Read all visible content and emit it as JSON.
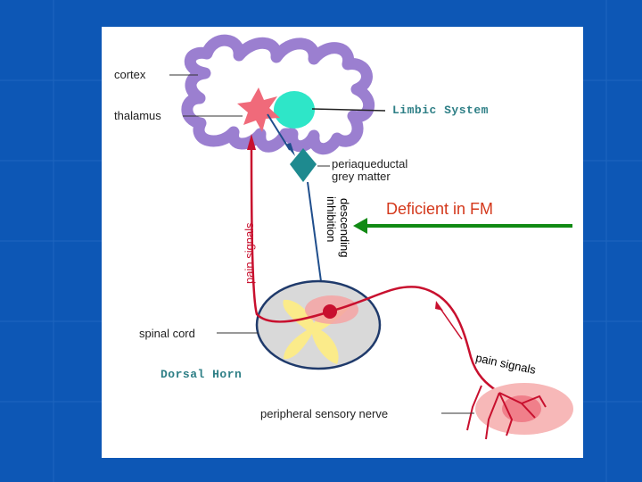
{
  "labels": {
    "cortex": "cortex",
    "thalamus": "thalamus",
    "limbic_system": "Limbic System",
    "periaqueductal_line1": "periaqueductal",
    "periaqueductal_line2": "grey matter",
    "descending_line1": "descending",
    "descending_line2": "inhibition",
    "pain_signals_vertical": "pain signals",
    "spinal_cord": "spinal cord",
    "dorsal_horn": "Dorsal Horn",
    "pain_signals_nerve": "pain signals",
    "peripheral_nerve": "peripheral sensory nerve",
    "deficient": "Deficient in FM"
  },
  "colors": {
    "background": "#0d57b5",
    "panel": "#ffffff",
    "cortex": "#9b7fd0",
    "limbic": "#2ee6c8",
    "thalamus": "#f06a7a",
    "pag": "#1e8a8f",
    "pain_pathway": "#c8102e",
    "descending": "#1f4e8c",
    "annotation": "#d4381b",
    "arrow": "#118a14",
    "dorsal_horn_text": "#2e7f86"
  }
}
